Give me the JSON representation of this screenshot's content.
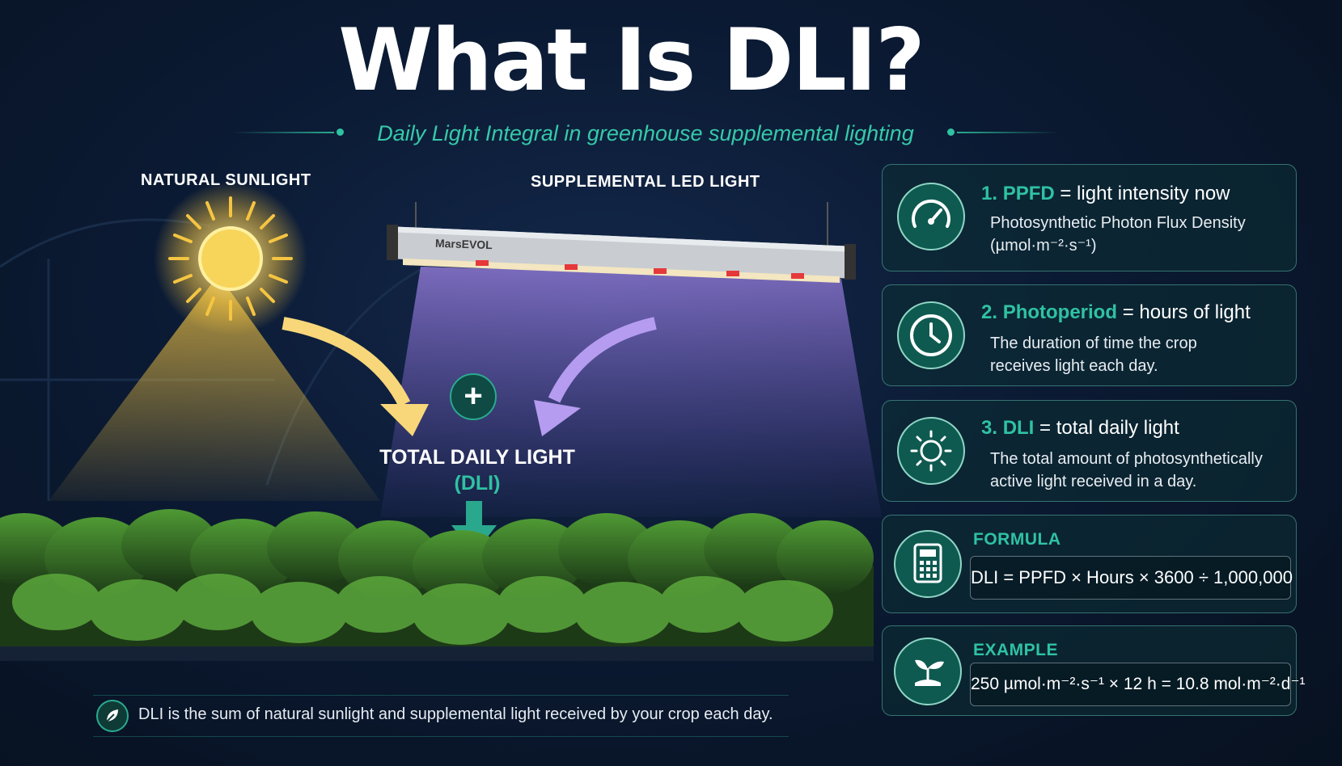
{
  "title": "What Is DLI?",
  "subtitle": "Daily Light Integral in greenhouse supplemental lighting",
  "scene": {
    "sun_label": "NATURAL SUNLIGHT",
    "led_label": "SUPPLEMENTAL LED LIGHT",
    "led_brand": "MarsEVOL",
    "plus_symbol": "+",
    "total_label": "TOTAL DAILY LIGHT",
    "total_sub": "(DLI)"
  },
  "cards": [
    {
      "icon": "gauge-icon",
      "number": "1.",
      "term": "PPFD",
      "meaning": "= light intensity now",
      "desc_line1": "Photosynthetic Photon Flux Density",
      "desc_line2": "(µmol·m⁻²·s⁻¹)"
    },
    {
      "icon": "clock-icon",
      "number": "2.",
      "term": "Photoperiod",
      "meaning": "= hours of light",
      "desc_line1": "The duration of time the crop",
      "desc_line2": "receives light each day."
    },
    {
      "icon": "sun-icon",
      "number": "3.",
      "term": "DLI",
      "meaning": "= total daily light",
      "desc_line1": "The total amount of photosynthetically",
      "desc_line2": "active light received in a day."
    }
  ],
  "formula": {
    "icon": "calculator-icon",
    "heading": "FORMULA",
    "text": "DLI = PPFD × Hours × 3600 ÷ 1,000,000"
  },
  "example": {
    "icon": "seedling-icon",
    "heading": "EXAMPLE",
    "text": "250 µmol·m⁻²·s⁻¹ × 12 h = 10.8 mol·m⁻²·d⁻¹"
  },
  "bottom_note": {
    "icon": "leaf-icon",
    "text": "DLI is the sum of natural sunlight and supplemental light received by your crop each day."
  },
  "colors": {
    "background": "#0b1a33",
    "accent": "#2fc2a3",
    "sun": "#f5c542",
    "led_glow": "#9b7ce0",
    "plant": "#3f7f2a"
  }
}
